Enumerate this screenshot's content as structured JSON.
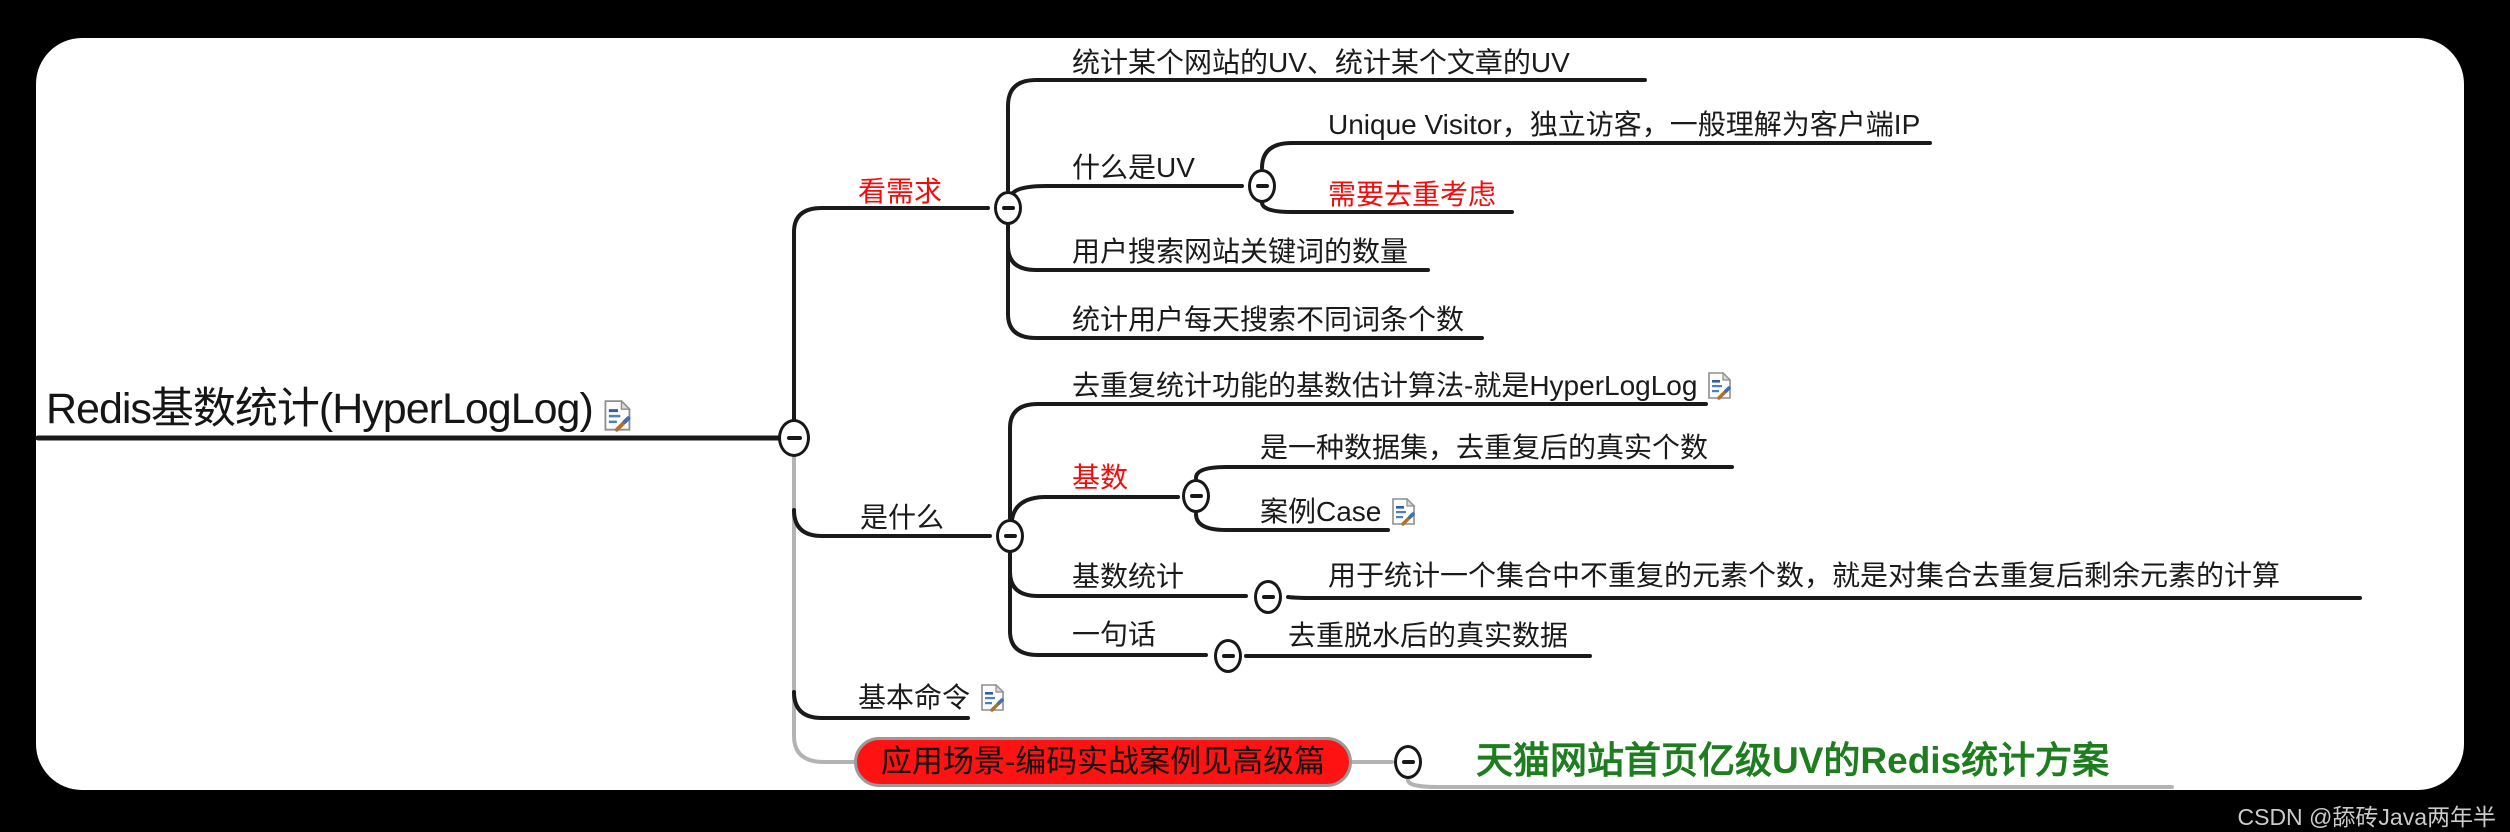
{
  "title": "Redis HyperLogLog mind map",
  "watermark": {
    "text": "CSDN @舔砖Java两年半"
  },
  "colors": {
    "text": "#1a1a1a",
    "red_text": "#f20d0d",
    "green_text": "#1e7d1e",
    "red_box_fill": "#fe1212",
    "branch_black": "#1a1a1a",
    "branch_gray": "#b3b3b3",
    "canvas": "#ffffff",
    "background": "#000000"
  },
  "nodes": {
    "root": {
      "label": "Redis基数统计(HyperLogLog)",
      "has_note": true
    },
    "see_demand": {
      "label": "看需求"
    },
    "uv_website": {
      "label": "统计某个网站的UV、统计某个文章的UV"
    },
    "what_is_uv": {
      "label": "什么是UV"
    },
    "unique_visitor": {
      "label": "Unique Visitor，独立访客，一般理解为客户端IP"
    },
    "dedup_consider": {
      "label": "需要去重考虑"
    },
    "search_keywords": {
      "label": "用户搜索网站关键词的数量"
    },
    "daily_terms": {
      "label": "统计用户每天搜索不同词条个数"
    },
    "what_is_it": {
      "label": "是什么"
    },
    "dedup_algorithm": {
      "label": "去重复统计功能的基数估计算法-就是HyperLogLog",
      "has_note": true
    },
    "cardinality": {
      "label": "基数"
    },
    "dataset_def": {
      "label": "是一种数据集，去重复后的真实个数"
    },
    "case": {
      "label": "案例Case",
      "has_note": true
    },
    "cardinality_stat": {
      "label": "基数统计"
    },
    "cardinality_stat_def": {
      "label": "用于统计一个集合中不重复的元素个数，就是对集合去重复后剩余元素的计算"
    },
    "one_sentence": {
      "label": "一句话"
    },
    "dedup_data": {
      "label": "去重脱水后的真实数据"
    },
    "basic_commands": {
      "label": "基本命令",
      "has_note": true
    },
    "app_scenario": {
      "label": "应用场景-编码实战案例见高级篇"
    },
    "tmall": {
      "label": "天猫网站首页亿级UV的Redis统计方案"
    }
  }
}
